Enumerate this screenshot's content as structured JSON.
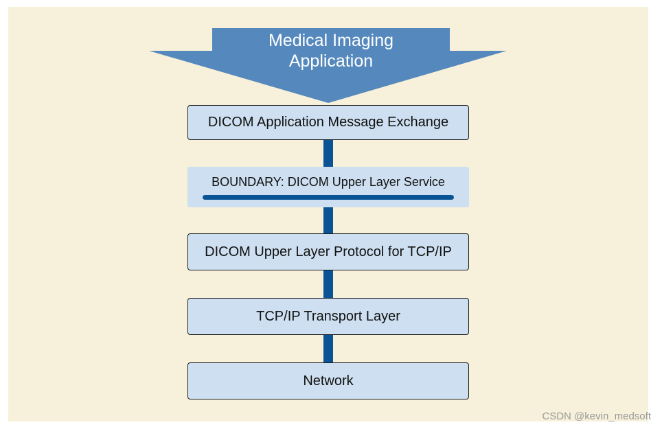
{
  "diagram": {
    "banner": {
      "line1": "Medical Imaging",
      "line2": "Application",
      "color": "#5589bd"
    },
    "layers": [
      {
        "label": "DICOM Application Message Exchange"
      },
      {
        "label": "BOUNDARY: DICOM Upper Layer Service"
      },
      {
        "label": "DICOM Upper Layer Protocol for TCP/IP"
      },
      {
        "label": "TCP/IP Transport Layer"
      },
      {
        "label": "Network"
      }
    ],
    "colors": {
      "panel_background": "#f7f0da",
      "box_fill": "#cddff0",
      "connector": "#0a5496"
    }
  },
  "watermark": "CSDN @kevin_medsoft"
}
